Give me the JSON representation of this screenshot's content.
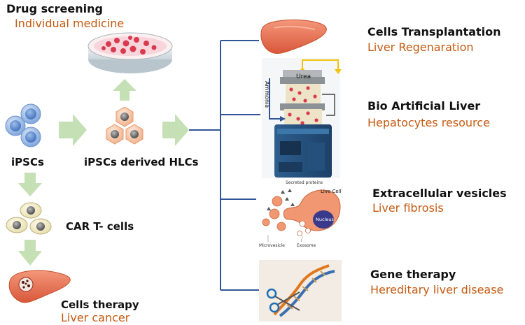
{
  "drug_screening": {
    "title": "Drug screening",
    "subtitle": "Individual medicine"
  },
  "ipscs": {
    "label": "iPSCs"
  },
  "hlcs": {
    "label": "iPSCs derived HLCs"
  },
  "car_t": {
    "label": "CAR T- cells"
  },
  "cells_therapy": {
    "title": "Cells therapy",
    "subtitle": "Liver cancer"
  },
  "right": {
    "transplant": {
      "title": "Cells Transplantation",
      "subtitle": "Liver Regenaration"
    },
    "bioartificial": {
      "title": "Bio Artificial Liver",
      "subtitle": "Hepatocytes resource"
    },
    "vesicles": {
      "title": "Extracellular vesicles",
      "subtitle": "Liver fibrosis"
    },
    "gene": {
      "title": "Gene therapy",
      "subtitle": "Hereditary liver disease"
    }
  },
  "device": {
    "urea_label": "Urea",
    "ammonia_label": "Ammonia"
  },
  "ev_figure": {
    "secreted_label": "Secreted proteins",
    "livecell_label": "Live Cell",
    "nucleus_label": "Nucleus",
    "microvesicle_label": "Microvesicle",
    "exosome_label": "Exosome"
  },
  "colors": {
    "arrow": "#c5e0b4",
    "bracket": "#2f5597",
    "orange_text": "#c55a11",
    "liver": "#e8734a"
  }
}
